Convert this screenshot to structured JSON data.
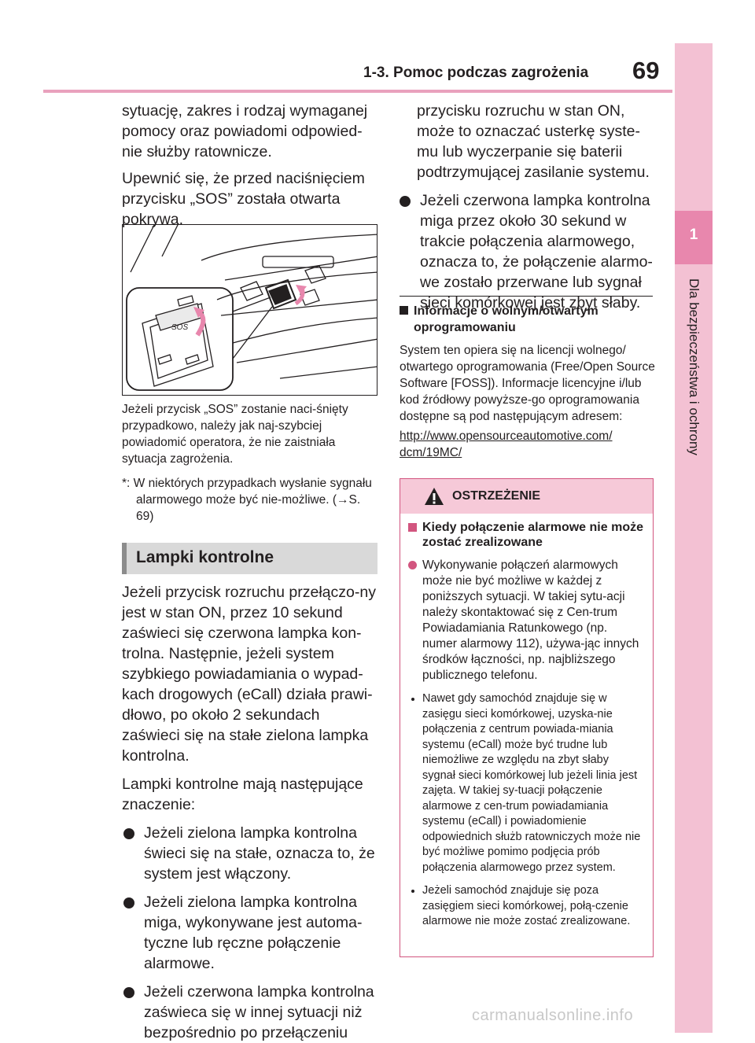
{
  "header": {
    "section_title": "1-3. Pomoc podczas zagrożenia",
    "page_number": "69"
  },
  "side_tab": {
    "chapter_number": "1",
    "chapter_title": "Dla bezpieczeństwa i ochrony"
  },
  "left_column": {
    "para1": "sytuację, zakres i rodzaj wymaganej pomocy oraz powiadomi odpowied-nie służby ratownicze.",
    "para2": "Upewnić się, że przed naciśnięciem przycisku „SOS” została otwarta pokrywa.",
    "figure_label": "SOS",
    "caption1": "Jeżeli przycisk „SOS” zostanie naci-śnięty przypadkowo, należy jak naj-szybciej powiadomić operatora, że nie zaistniała sytuacja zagrożenia.",
    "caption2": "*: W niektórych przypadkach wysłanie sygnału alarmowego może być nie-możliwe. (→S. 69)",
    "section_heading": "Lampki kontrolne",
    "para3": "Jeżeli przycisk rozruchu przełączo-ny jest w stan ON, przez 10 sekund zaświeci się czerwona lampka kon-trolna. Następnie, jeżeli system szybkiego powiadamiania o wypad-kach drogowych (eCall) działa prawi-dłowo, po około 2 sekundach zaświeci się na stałe zielona lampka kontrolna.",
    "para4": "Lampki kontrolne mają następujące znaczenie:",
    "bullets": [
      "Jeżeli zielona lampka kontrolna świeci się na stałe, oznacza to, że system jest włączony.",
      "Jeżeli zielona lampka kontrolna miga, wykonywane jest automa-tyczne lub ręczne połączenie alarmowe.",
      "Jeżeli czerwona lampka kontrolna zaświeca się w innej sytuacji niż bezpośrednio po przełączeniu"
    ]
  },
  "right_column": {
    "continuation": "przycisku rozruchu w stan ON, może to oznaczać usterkę syste-mu lub wyczerpanie się baterii podtrzymującej zasilanie systemu.",
    "bullet": "Jeżeli czerwona lampka kontrolna miga przez około 30 sekund w trakcie połączenia alarmowego, oznacza to, że połączenie alarmo-we zostało przerwane lub sygnał sieci komórkowej jest zbyt słaby.",
    "info_heading": "Informacje o wolnym/otwartym oprogramowaniu",
    "info_text": "System ten opiera się na licencji wolnego/ otwartego oprogramowania (Free/Open Source Software [FOSS]). Informacje licencyjne i/lub kod źródłowy powyższe-go oprogramowania dostępne są pod następującym adresem:",
    "info_link_line1": "http://www.opensourceautomotive.com/",
    "info_link_line2": "dcm/19MC/"
  },
  "warning": {
    "title": "OSTRZEŻENIE",
    "subheading": "Kiedy połączenie alarmowe nie może zostać zrealizowane",
    "main_bullet": "Wykonywanie połączeń alarmowych może nie być możliwe w każdej z poniższych sytuacji. W takiej sytu-acji należy skontaktować się z Cen-trum Powiadamiania Ratunkowego (np. numer alarmowy 112), używa-jąc innych środków łączności, np. najbliższego publicznego telefonu.",
    "sub_bullets": [
      "Nawet gdy samochód znajduje się w zasięgu sieci komórkowej, uzyska-nie połączenia z centrum powiada-miania systemu (eCall) może być trudne lub niemożliwe ze względu na zbyt słaby sygnał sieci komórkowej lub jeżeli linia jest zajęta. W takiej sy-tuacji połączenie alarmowe z cen-trum powiadamiania systemu (eCall) i powiadomienie odpowiednich służb ratowniczych może nie być możliwe pomimo podjęcia prób połączenia alarmowego przez system.",
      "Jeżeli samochód znajduje się poza zasięgiem sieci komórkowej, połą-czenie alarmowe nie może zostać zrealizowane."
    ]
  },
  "footer": {
    "watermark": "carmanualsonline.info"
  },
  "colors": {
    "accent_pink": "#e887ad",
    "light_pink": "#f3c1d3",
    "warning_border": "#d2557f",
    "section_grey": "#d9d9d9"
  }
}
